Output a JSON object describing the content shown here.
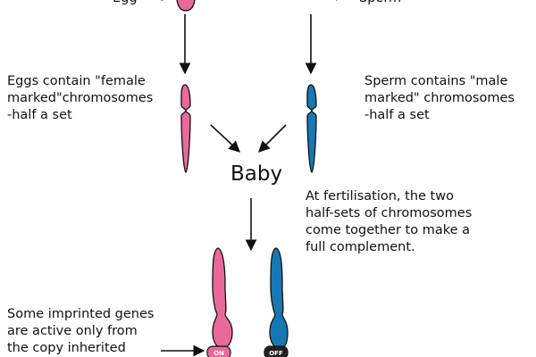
{
  "labels": {
    "egg": "Egg",
    "sperm": "Sperm",
    "eggs_text": "Eggs contain \"female\nmarked\"chromosomes\n-half a set",
    "sperm_text": "Sperm contains \"male\nmarked\" chromosomes\n-half a set",
    "baby": "Baby",
    "fertilisation_text": "At fertilisation, the two\nhalf-sets of chromosomes\ncome together to make a\nfull complement.",
    "imprinted_text": "Some imprinted genes\nare active only from\nthe copy inherited",
    "on_tag": "ON",
    "off_tag": "OFF"
  },
  "colors": {
    "female": "#e8699a",
    "male": "#1878b4",
    "line": "#111111",
    "tag_bg": "#222222"
  }
}
